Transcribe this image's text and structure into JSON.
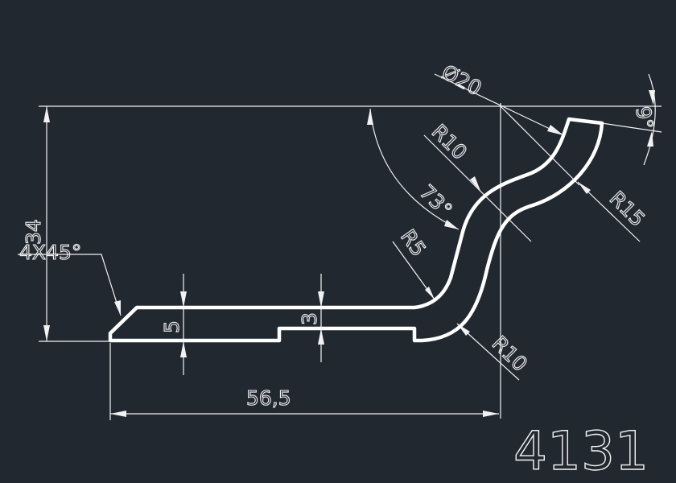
{
  "drawing": {
    "part_number": "4131",
    "dims": {
      "height": "34",
      "chamfer": "4X45°",
      "thickness_left": "5",
      "thickness_step": "3",
      "width": "56,5",
      "diameter": "Ø20",
      "radius_r10_top": "R10",
      "radius_r15": "R15",
      "angle_73": "73°",
      "radius_r5": "R5",
      "radius_r10_bottom": "R10",
      "angle_9": "9°"
    },
    "colors": {
      "background": "#212830",
      "lines": "#ffffff"
    }
  }
}
